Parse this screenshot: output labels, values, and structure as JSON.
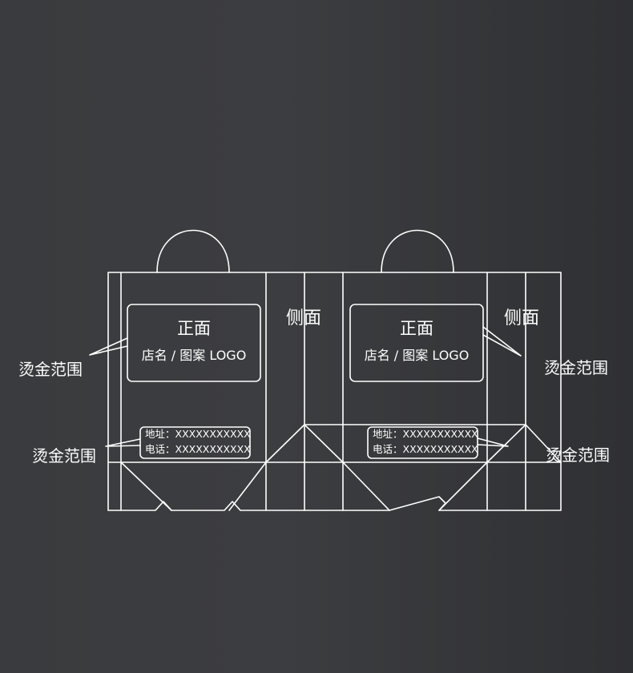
{
  "panels": [
    {
      "front": {
        "title": "正面",
        "subtitle": "店名 / 图案 LOGO",
        "address_line": "地址：XXXXXXXXXXX",
        "phone_line": "电话：XXXXXXXXXXX"
      },
      "side_label": "侧面"
    },
    {
      "front": {
        "title": "正面",
        "subtitle": "店名 / 图案 LOGO",
        "address_line": "地址：XXXXXXXXXXX",
        "phone_line": "电话：XXXXXXXXXXX"
      },
      "side_label": "侧面"
    }
  ],
  "callouts": {
    "left_top": "烫金范围",
    "left_bottom": "烫金范围",
    "right_top": "烫金范围",
    "right_bottom": "烫金范围"
  }
}
